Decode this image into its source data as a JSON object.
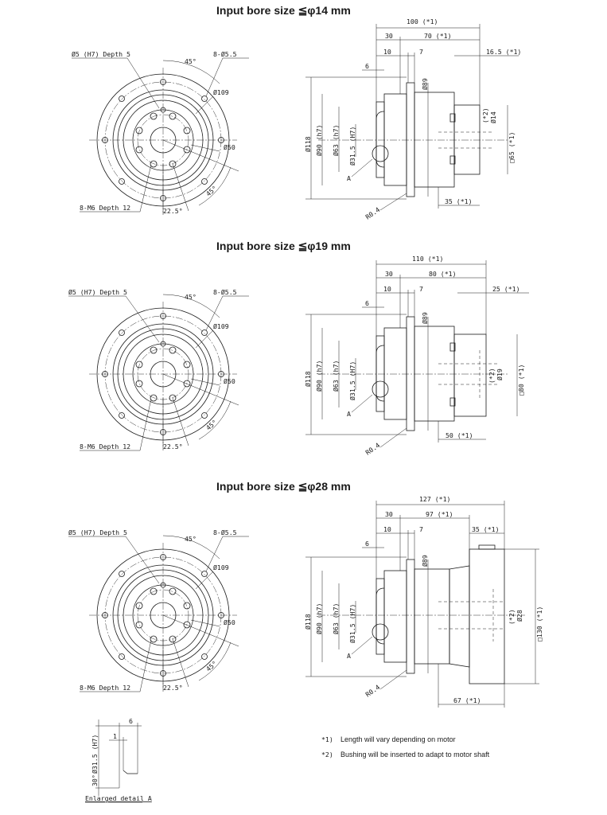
{
  "sections": [
    {
      "title": "Input bore size  ≦φ14 mm",
      "front": {
        "pin_hole": "Ø5 (H7) Depth 5",
        "thru_holes": "8-Ø5.5",
        "pcd_outer": "Ø109",
        "pcd_inner": "Ø50",
        "tap_holes": "8-M6 Depth 12",
        "angle_top": "45°",
        "angle_bottom": "45°",
        "angle_offset": "22.5°"
      },
      "side": {
        "overall": "100 (*1)",
        "flange_len": "30",
        "body_len": "70 (*1)",
        "motor_len": "16.5 (*1)",
        "step1": "10",
        "step2": "7",
        "step0": "6",
        "d_shoulder": "Ø89",
        "d_outer": "Ø118",
        "d_pilot": "Ø90 (h7)",
        "d_output": "Ø63 (h7)",
        "d_bore": "Ø31.5 (H7)",
        "detail": "A",
        "radius": "R0.4",
        "bore_note": "(*2)",
        "bore_d": "Ø14",
        "motor_sq": "□65 (*1)",
        "bottom_len": "35 (*1)"
      }
    },
    {
      "title": "Input bore size  ≦φ19 mm",
      "front": {
        "pin_hole": "Ø5 (H7) Depth 5",
        "thru_holes": "8-Ø5.5",
        "pcd_outer": "Ø109",
        "pcd_inner": "Ø50",
        "tap_holes": "8-M6  Depth 12",
        "angle_top": "45°",
        "angle_bottom": "45°",
        "angle_offset": "22.5°"
      },
      "side": {
        "overall": "110 (*1)",
        "flange_len": "30",
        "body_len": "80 (*1)",
        "motor_len": "25 (*1)",
        "step1": "10",
        "step2": "7",
        "step0": "6",
        "d_shoulder": "Ø89",
        "d_outer": "Ø118",
        "d_pilot": "Ø90 (h7)",
        "d_output": "Ø63 (h7)",
        "d_bore": "Ø31.5 (H7)",
        "detail": "A",
        "radius": "R0.4",
        "bore_note": "(*2)",
        "bore_d": "Ø19",
        "motor_sq": "□80 (*1)",
        "bottom_len": "50 (*1)"
      }
    },
    {
      "title": "Input bore size  ≦φ28 mm",
      "front": {
        "pin_hole": "Ø5 (H7) Depth 5",
        "thru_holes": "8-Ø5.5",
        "pcd_outer": "Ø109",
        "pcd_inner": "Ø50",
        "tap_holes": "8-M6 Depth 12",
        "angle_top": "45°",
        "angle_bottom": "45°",
        "angle_offset": "22.5°"
      },
      "side": {
        "overall": "127 (*1)",
        "flange_len": "30",
        "body_len": "97 (*1)",
        "motor_len": "35 (*1)",
        "step1": "10",
        "step2": "7",
        "step0": "6",
        "d_shoulder": "Ø89",
        "d_outer": "Ø118",
        "d_pilot": "Ø90 (h7)",
        "d_output": "Ø63 (h7)",
        "d_bore": "Ø31.5 (H7)",
        "detail": "A",
        "radius": "R0.4",
        "bore_note": "(*2)",
        "bore_d": "Ø28",
        "motor_sq": "□130 (*1)",
        "bottom_len": "67 (*1)"
      }
    }
  ],
  "detail_a": {
    "dim_6": "6",
    "dim_1": "1",
    "bore": "Ø31.5 (H7)",
    "angle": "30°",
    "caption": "Enlarged detail A"
  },
  "notes": [
    {
      "mark": "*1)",
      "text": "Length will vary depending on motor"
    },
    {
      "mark": "*2)",
      "text": "Bushing will be inserted to adapt to motor shaft"
    }
  ]
}
